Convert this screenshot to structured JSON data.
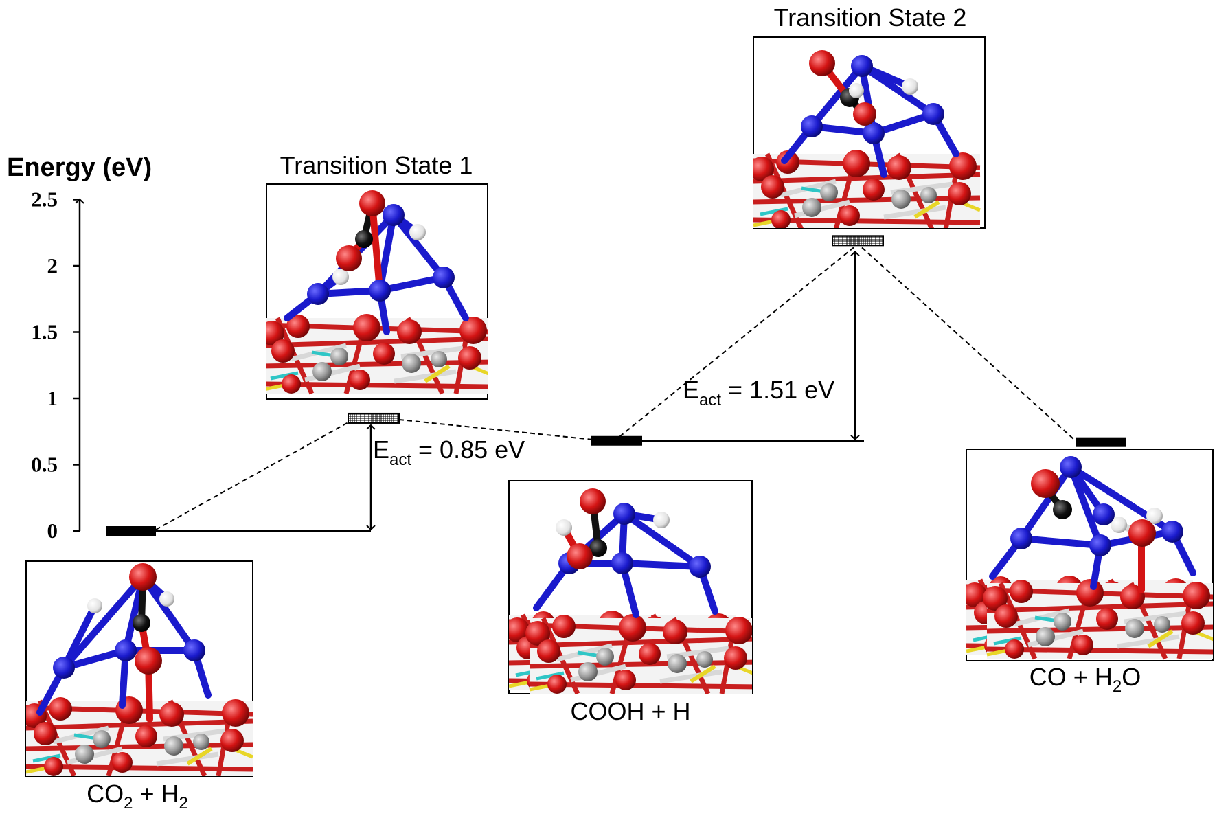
{
  "y_axis": {
    "label": "Energy (eV)",
    "ticks": [
      "0",
      "0.5",
      "1",
      "1.5",
      "2",
      "2.5"
    ],
    "tick_values": [
      0,
      0.5,
      1,
      1.5,
      2,
      2.5
    ],
    "range": [
      0,
      2.5
    ]
  },
  "states": [
    {
      "id": "co2-h2",
      "label": "CO",
      "label_sub": "2",
      "label_mid": " + H",
      "label_sub2": "2",
      "energy": 0.0,
      "kind": "minimum"
    },
    {
      "id": "ts1",
      "label": "Transition State 1",
      "energy": 0.85,
      "kind": "transition"
    },
    {
      "id": "cooh-h",
      "label": "COOH + H",
      "energy": 0.68,
      "kind": "minimum"
    },
    {
      "id": "ts2",
      "label": "Transition State 2",
      "energy": 2.19,
      "kind": "transition"
    },
    {
      "id": "co-h2o",
      "label": "CO + H",
      "label_sub": "2",
      "label_mid": "O",
      "energy": 0.67,
      "kind": "minimum"
    }
  ],
  "barriers": [
    {
      "id": "eact1",
      "symbol": "E",
      "sub": "act",
      "text": " = 0.85 eV",
      "from_energy": 0.0,
      "to_energy": 0.85
    },
    {
      "id": "eact2",
      "symbol": "E",
      "sub": "act",
      "text": " = 1.51 eV",
      "from_energy": 0.68,
      "to_energy": 2.19
    }
  ],
  "colors": {
    "metal_atom": "#1a1acc",
    "oxygen_atom": "#d41414",
    "carbon_atom": "#111111",
    "hydrogen_atom": "#e8e8e8",
    "support_oxygen": "#c81e1e",
    "support_cation": "#9a9a9a",
    "support_accent_cyan": "#2fc6c6",
    "support_accent_yellow": "#e8d628"
  }
}
